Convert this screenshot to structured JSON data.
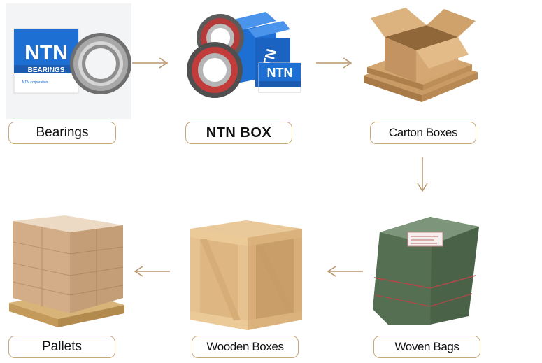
{
  "steps": [
    {
      "label": "Bearings",
      "image": "bearing-with-ntn-box"
    },
    {
      "label": "NTN BOX",
      "image": "ntn-boxes-with-bearing"
    },
    {
      "label": "Carton Boxes",
      "image": "stacked-cardboard-cartons"
    },
    {
      "label": "Woven Bags",
      "image": "green-woven-bag-package"
    },
    {
      "label": "Wooden Boxes",
      "image": "wooden-crate"
    },
    {
      "label": "Pallets",
      "image": "wrapped-pallet"
    }
  ],
  "brand": {
    "logo": "NTN",
    "box_text": "BEARINGS",
    "box_small_text": "NTN corporation",
    "box_color": "#1e6fd4"
  },
  "colors": {
    "label_border": "#c9a878",
    "arrow": "#b8956a"
  }
}
